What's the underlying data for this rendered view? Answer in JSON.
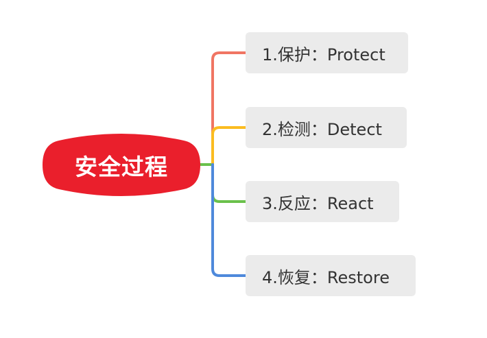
{
  "root": {
    "label": "安全过程",
    "color": "#ea1f2c"
  },
  "branches": [
    {
      "label": "1.保护：Protect",
      "color": "#f07563"
    },
    {
      "label": "2.检测：Detect",
      "color": "#fbbc20"
    },
    {
      "label": "3.反应：React",
      "color": "#6ac14b"
    },
    {
      "label": "4.恢复：Restore",
      "color": "#4e89db"
    }
  ]
}
